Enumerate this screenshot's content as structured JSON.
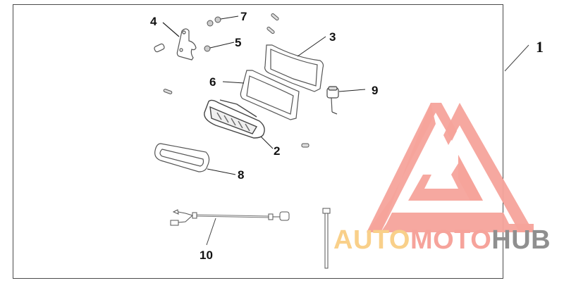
{
  "diagram": {
    "type": "exploded-parts-diagram",
    "callouts": [
      {
        "id": "1",
        "label": "1",
        "part": "kit-assembly"
      },
      {
        "id": "2",
        "label": "2",
        "part": "light-housing"
      },
      {
        "id": "3",
        "label": "3",
        "part": "mounting-plate"
      },
      {
        "id": "4",
        "label": "4",
        "part": "bracket"
      },
      {
        "id": "5",
        "label": "5",
        "part": "nut"
      },
      {
        "id": "6",
        "label": "6",
        "part": "gasket"
      },
      {
        "id": "7",
        "label": "7",
        "part": "washers"
      },
      {
        "id": "8",
        "label": "8",
        "part": "lens"
      },
      {
        "id": "9",
        "label": "9",
        "part": "connector"
      },
      {
        "id": "10",
        "label": "10",
        "part": "wire-harness"
      }
    ]
  },
  "watermark": {
    "part1": "AUTO",
    "part2": "MOTO",
    "part3": "HUB",
    "colors": {
      "auto": "#f9d08a",
      "moto": "#f6a39b",
      "hub": "#8f8f8f",
      "logo": "#f6a39b"
    }
  }
}
